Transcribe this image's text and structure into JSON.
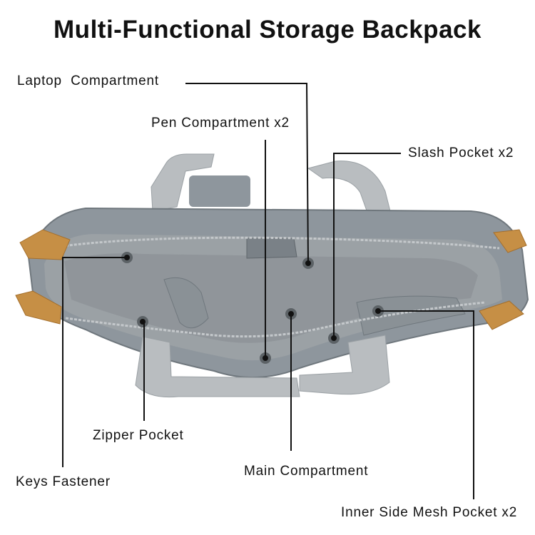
{
  "title": "Multi-Functional Storage Backpack",
  "callouts": {
    "laptop_compartment": "Laptop  Compartment",
    "pen_compartment": "Pen Compartment x2",
    "slash_pocket": "Slash Pocket x2",
    "zipper_pocket": "Zipper Pocket",
    "keys_fastener": "Keys Fastener",
    "main_compartment": "Main Compartment",
    "inner_side_mesh_pocket": "Inner Side Mesh Pocket x2"
  },
  "colors": {
    "fabric": "#8e969d",
    "lining": "#9ba1a5",
    "strap": "#b9bdc0",
    "leather": "#c68f45",
    "line": "#111111"
  }
}
